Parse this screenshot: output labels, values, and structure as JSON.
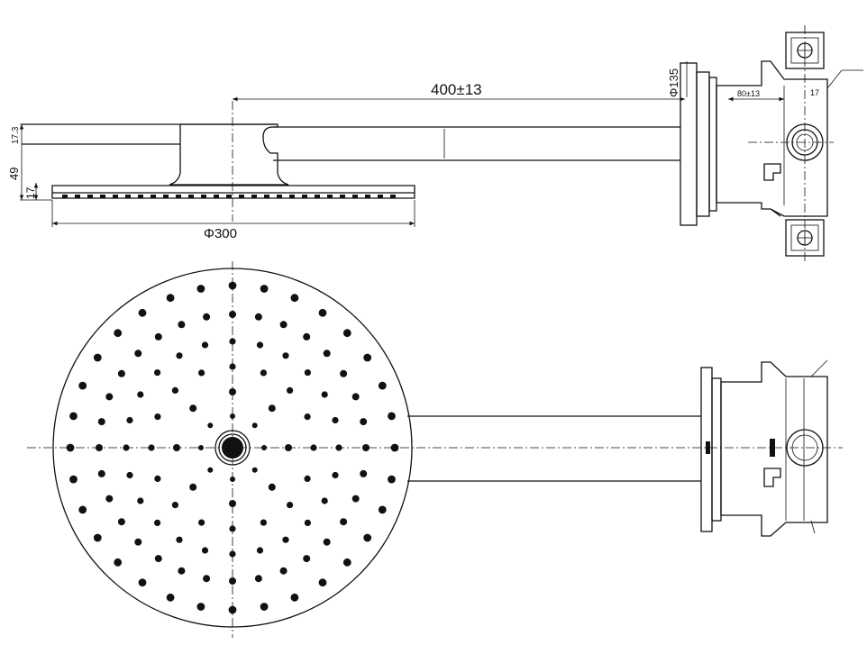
{
  "dimensions": {
    "arm_length": "400±13",
    "head_diameter": "Φ300",
    "flange_diameter": "Φ135",
    "total_height": "49",
    "head_thickness": "17",
    "top_thickness": "17.3",
    "body_depth": "80±13",
    "small_17": "17"
  },
  "colors": {
    "line": "#111111",
    "background": "#ffffff"
  }
}
